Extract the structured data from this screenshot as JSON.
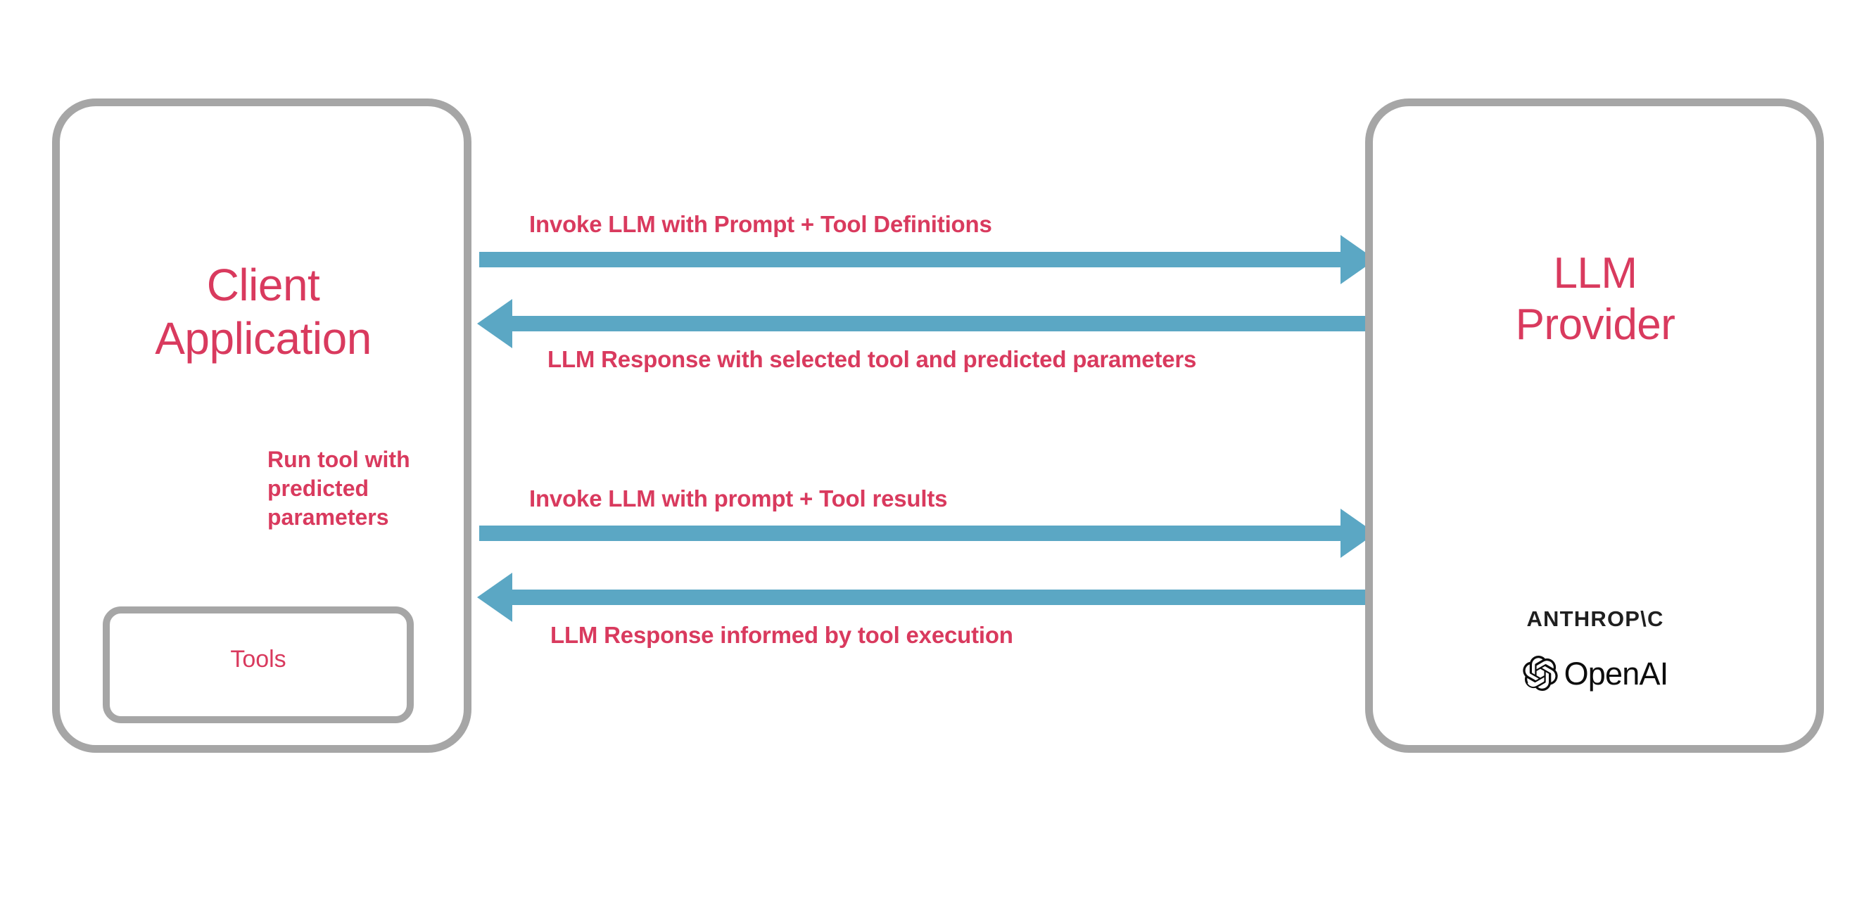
{
  "colors": {
    "accent_pink": "#d93a5e",
    "arrow_blue": "#5ba7c4",
    "box_border_grey": "#a6a6a6",
    "logo_black": "#1f1f1f",
    "background": "#ffffff"
  },
  "client_panel": {
    "title": "Client\nApplication",
    "tools_box": {
      "label": "Tools"
    },
    "internal_arrow": {
      "label": "Run tool with\npredicted\nparameters",
      "direction": "down",
      "icon": "down-arrow-icon"
    }
  },
  "provider_panel": {
    "title": "LLM\nProvider",
    "logos": [
      {
        "name": "anthropic-logo",
        "text": "ANTHROP\\C"
      },
      {
        "name": "openai-logo",
        "text": "OpenAI"
      }
    ]
  },
  "flows": [
    {
      "id": "invoke-1",
      "label": "Invoke LLM with Prompt + Tool Definitions",
      "direction": "right",
      "icon": "right-arrow-icon"
    },
    {
      "id": "response-1",
      "label": "LLM Response with selected tool and predicted parameters",
      "direction": "left",
      "icon": "left-arrow-icon"
    },
    {
      "id": "invoke-2",
      "label": "Invoke LLM with prompt + Tool results",
      "direction": "right",
      "icon": "right-arrow-icon"
    },
    {
      "id": "response-2",
      "label": "LLM Response informed by tool execution",
      "direction": "left",
      "icon": "left-arrow-icon"
    }
  ]
}
